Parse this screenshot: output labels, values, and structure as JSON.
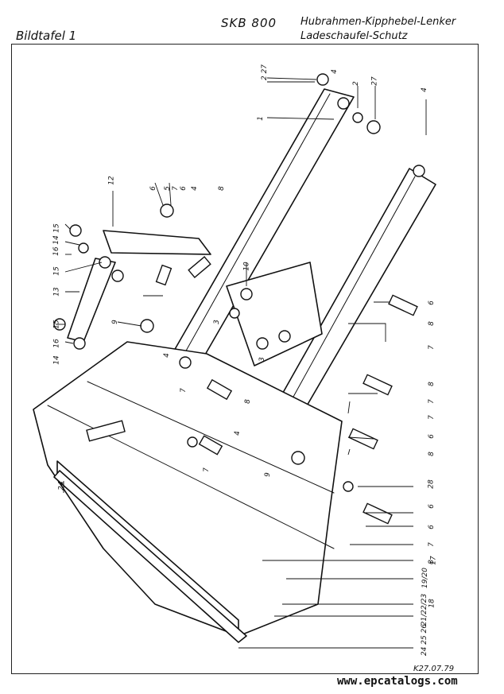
{
  "header": {
    "plate_label": "Bildtafel 1",
    "model": "SKB 800",
    "title_line1": "Hubrahmen-Kipphebel-Lenker",
    "title_line2": "Ladeschaufel-Schutz"
  },
  "footer": {
    "drawing_code": "K27.07.79",
    "watermark": "www.epcatalogs.com"
  },
  "callouts": [
    "2 27",
    "4",
    "2",
    "27",
    "4",
    "1",
    "12",
    "6",
    "5",
    "7",
    "6",
    "4",
    "8",
    "15",
    "16 14",
    "15",
    "13",
    "10",
    "6",
    "8",
    "7",
    "15",
    "9",
    "16",
    "14",
    "3",
    "3",
    "4",
    "8",
    "7",
    "6",
    "8",
    "7",
    "6",
    "8",
    "7",
    "7",
    "4",
    "9",
    "28",
    "6",
    "7",
    "8",
    "24",
    "17",
    "19/20",
    "18",
    "21/22/23",
    "24 25 26"
  ]
}
